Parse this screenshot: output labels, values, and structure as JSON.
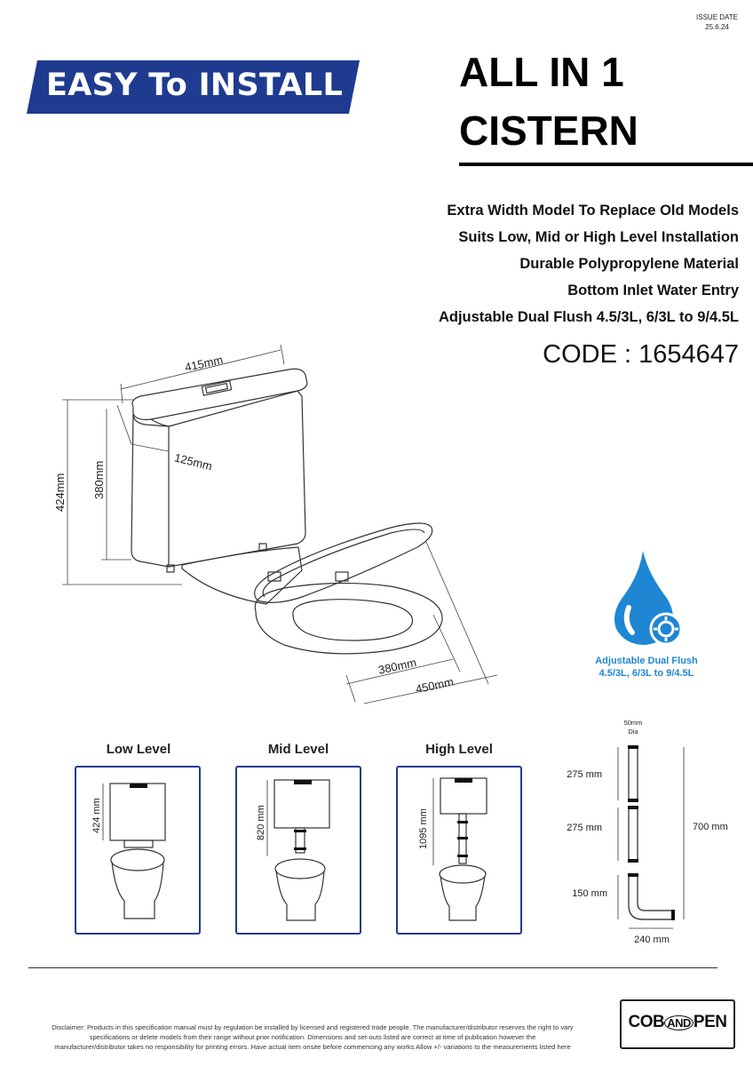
{
  "issue": {
    "label": "ISSUE DATE",
    "date": "25.6.24"
  },
  "banner": {
    "text": "EASY To INSTALL",
    "color": "#1e3b8f"
  },
  "title": {
    "line1": "ALL IN 1",
    "line2": "CISTERN"
  },
  "features": [
    "Extra Width Model To Replace Old Models",
    "Suits Low, Mid or High Level Installation",
    "Durable Polypropylene Material",
    "Bottom Inlet Water Entry",
    "Adjustable Dual Flush 4.5/3L, 6/3L to 9/4.5L"
  ],
  "code": "CODE : 1654647",
  "drawing": {
    "width_top": "415mm",
    "depth": "125mm",
    "height_total": "424mm",
    "height_body": "380mm",
    "seat_width": "380mm",
    "seat_depth": "450mm"
  },
  "flush_badge": {
    "line1": "Adjustable Dual Flush",
    "line2": "4.5/3L, 6/3L to 9/4.5L",
    "color": "#1e86d3"
  },
  "levels": [
    {
      "title": "Low Level",
      "dimension": "424 mm"
    },
    {
      "title": "Mid Level",
      "dimension": "820 mm"
    },
    {
      "title": "High Level",
      "dimension": "1095 mm"
    }
  ],
  "pipes": {
    "diameter_line1": "50mm",
    "diameter_line2": "Dia",
    "section1": "275 mm",
    "section2": "275 mm",
    "section3": "150 mm",
    "total": "700 mm",
    "bend_width": "240 mm"
  },
  "disclaimer": [
    "Disclaimer: Products in this specification manual must by regulation be installed by licensed and registered trade people. The manufacturer/distributor reserves the right to vary",
    "specifications or delete models from their range without prior notification. Dimensions and set-outs listed are correct at time of publication however the",
    "manufacturer/distributor takes no responsibility for printing errors. Have actual item onsite before commencing any works Allow +/- variations to the measurements listed here"
  ],
  "logo": {
    "left": "COB",
    "middle": "AND",
    "right": "PEN"
  }
}
